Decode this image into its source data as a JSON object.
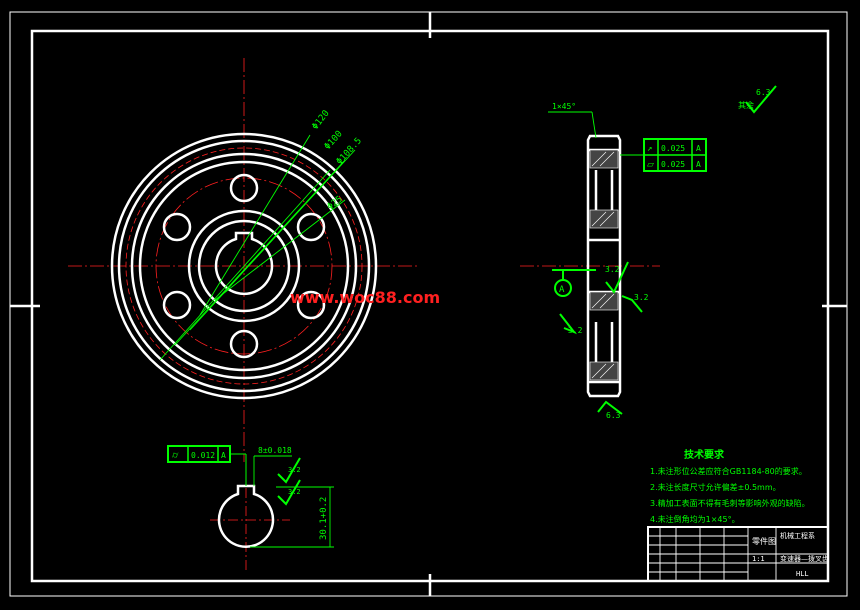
{
  "colors": {
    "background": "#000000",
    "outline": "#ffffff",
    "dimension": "#00ff00",
    "centerline": "#ff2020",
    "watermark": "#ff2020",
    "note": "#00ff00"
  },
  "front_view": {
    "dims": [
      "Φ120",
      "Φ100",
      "Φ108.5",
      "Φ25",
      "Φ63"
    ]
  },
  "section_view": {
    "chamfer_label": "1×45°",
    "tolerance_frames": [
      {
        "symbol": "↗",
        "value": "0.025",
        "datum": "A"
      },
      {
        "symbol": "⏥",
        "value": "0.025",
        "datum": "A"
      }
    ],
    "datum_label": "A",
    "roughness_values": [
      "3.2",
      "3.2",
      "3.2",
      "6.3"
    ],
    "general_roughness": {
      "label": "其余",
      "value": "6.3"
    }
  },
  "keyway_view": {
    "tolerance_frame": {
      "symbol": "⌭",
      "value": "0.012",
      "datum": "A"
    },
    "width_dim": "8±0.018",
    "depth_dim": "30.1+0.2",
    "roughness_values": [
      "3.2",
      "3.2"
    ]
  },
  "watermark": "www.woc88.com",
  "technical_requirements": {
    "title": "技术要求",
    "items": [
      "1.未注形位公差应符合GB1184-80的要求。",
      "2.未注长度尺寸允许偏差±0.5mm。",
      "3.精加工表面不得有毛刺等影响外观的缺陷。",
      "4.未注倒角均为1×45°。"
    ]
  },
  "title_block": {
    "part_name": "零件图",
    "company": "机械工程系",
    "drawing_name": "变速器—拨叉齿",
    "scale": "1:1",
    "code": "HLL",
    "material": ""
  }
}
